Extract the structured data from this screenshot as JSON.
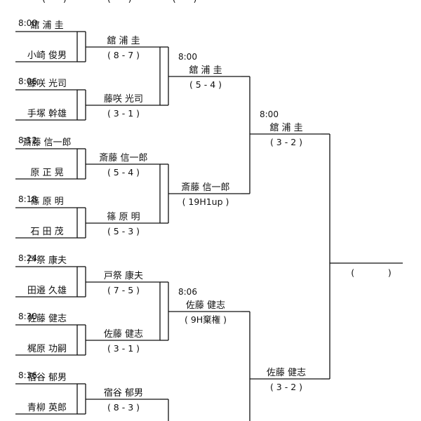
{
  "top_strip": {
    "text": "(      )              (      )              (      )"
  },
  "round1": [
    {
      "time": "8:00",
      "p1": "舘 浦 圭",
      "p2": "小崎 俊男"
    },
    {
      "time": "8:06",
      "p1": "藤咲 光司",
      "p2": "手塚 幹雄"
    },
    {
      "time": "8:12",
      "p1": "斎藤 信一郎",
      "p2": "原 正 晃"
    },
    {
      "time": "8:18",
      "p1": "篠 原 明",
      "p2": "石 田 茂"
    },
    {
      "time": "8:24",
      "p1": "戸祭 康夫",
      "p2": "田邉 久雄"
    },
    {
      "time": "8:30",
      "p1": "佐藤 健志",
      "p2": "梶原 功嗣"
    },
    {
      "time": "8:36",
      "p1": "宿谷 郁男",
      "p2": "青柳 英郎"
    }
  ],
  "round2": [
    {
      "winner": "舘 浦 圭",
      "score": "( 8 - 7 )"
    },
    {
      "winner": "藤咲 光司",
      "score": "( 3 - 1 )"
    },
    {
      "winner": "斎藤 信一郎",
      "score": "( 5 - 4 )"
    },
    {
      "winner": "篠 原 明",
      "score": "( 5 - 3 )"
    },
    {
      "winner": "戸祭 康夫",
      "score": "( 7 - 5 )"
    },
    {
      "winner": "佐藤 健志",
      "score": "( 3 - 1 )"
    },
    {
      "winner": "宿谷 郁男",
      "score": "( 8 - 3 )"
    }
  ],
  "round3": [
    {
      "time": "8:00",
      "winner": "舘 浦 圭",
      "score": "( 5 - 4 )"
    },
    {
      "time": "",
      "winner": "斎藤 信一郎",
      "score": "( 19H1up )"
    },
    {
      "time": "8:06",
      "winner": "佐藤 健志",
      "score": "( 9H棄権 )"
    }
  ],
  "round4": [
    {
      "time": "8:00",
      "winner": "舘 浦 圭",
      "score": "( 3 - 2 )"
    },
    {
      "time": "",
      "winner": "佐藤 健志",
      "score": "( 3 - 2 )"
    }
  ],
  "final": {
    "winner": "",
    "score": "(            )"
  }
}
